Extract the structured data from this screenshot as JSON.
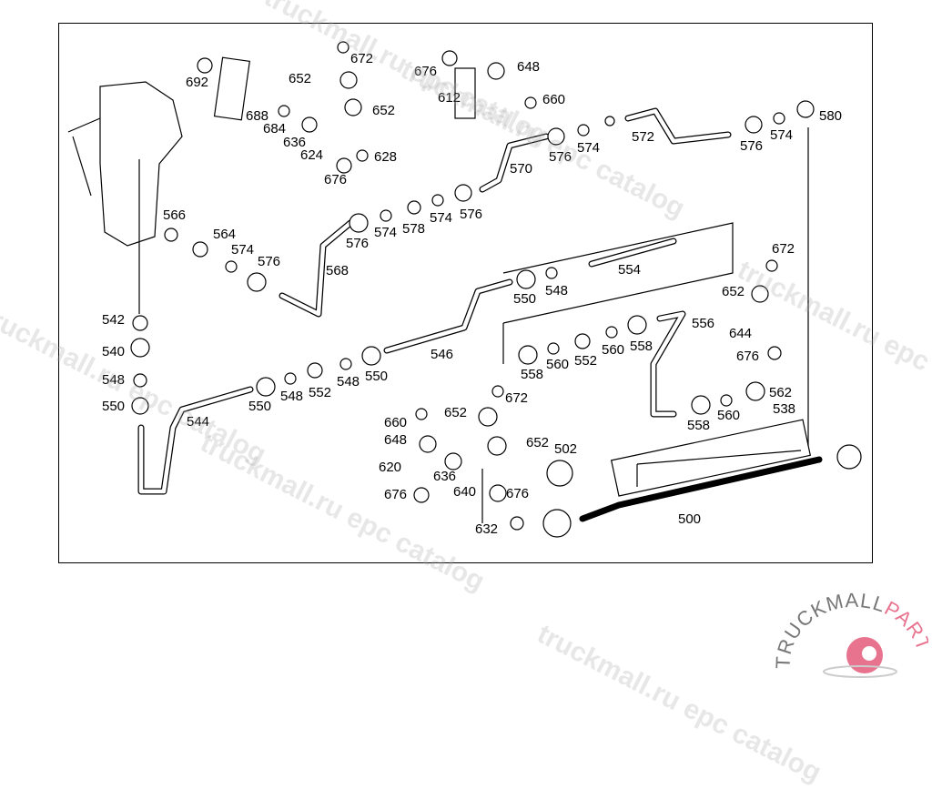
{
  "callouts": [
    "692",
    "672",
    "652",
    "652",
    "688",
    "684",
    "636",
    "624",
    "628",
    "676",
    "676",
    "648",
    "612",
    "660",
    "580",
    "574",
    "576",
    "572",
    "576",
    "574",
    "570",
    "566",
    "564",
    "574",
    "576",
    "576",
    "574",
    "578",
    "574",
    "576",
    "568",
    "554",
    "672",
    "652",
    "550",
    "548",
    "556",
    "644",
    "676",
    "542",
    "540",
    "548",
    "550",
    "546",
    "558",
    "560",
    "552",
    "560",
    "558",
    "550",
    "548",
    "552",
    "548",
    "550",
    "544",
    "562",
    "538",
    "558",
    "560",
    "672",
    "652",
    "660",
    "648",
    "652",
    "502",
    "620",
    "636",
    "640",
    "676",
    "676",
    "632",
    "500"
  ],
  "watermark": "truckmall.ru epc catalog",
  "logo": {
    "text_left": "TRUCKMALL",
    "text_right": "PARTS",
    "color_accent": "#e8738f",
    "color_text": "#777777"
  }
}
